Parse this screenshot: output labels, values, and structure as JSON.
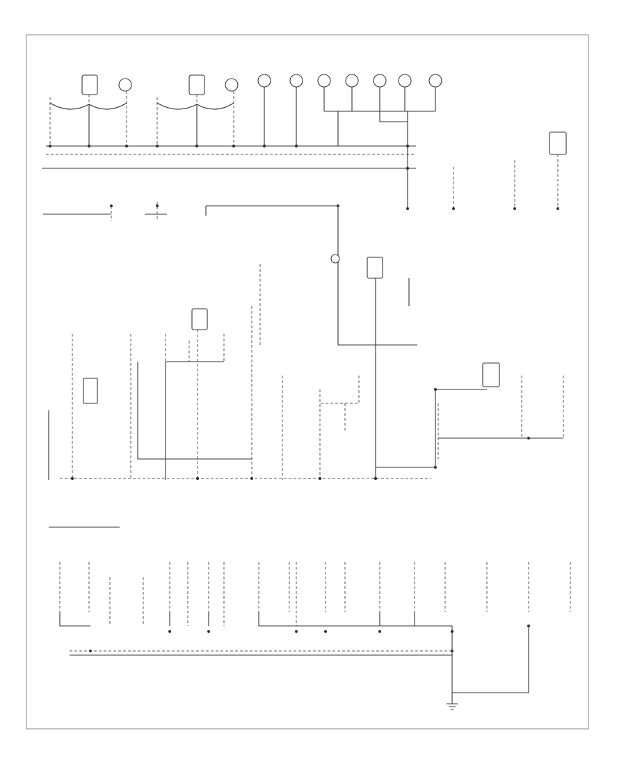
{
  "figure": {
    "page_code": ""
  },
  "components": {
    "top_row": [
      {
        "id": "tl1",
        "kind": "lamp"
      },
      {
        "id": "tl2",
        "kind": "box"
      },
      {
        "id": "tl3",
        "kind": "lamp"
      },
      {
        "id": "tl4",
        "kind": "lamp"
      },
      {
        "id": "tl5",
        "kind": "box"
      },
      {
        "id": "tl6",
        "kind": "lamp"
      },
      {
        "id": "tl7",
        "kind": "lamp"
      },
      {
        "id": "tl8",
        "kind": "lamp"
      },
      {
        "id": "tl9",
        "kind": "lamp"
      },
      {
        "id": "tl10",
        "kind": "lamp"
      },
      {
        "id": "tl11",
        "kind": "lamp"
      },
      {
        "id": "tl12",
        "kind": "lamp"
      },
      {
        "id": "tl13",
        "kind": "lamp"
      }
    ],
    "right_modules": [
      {
        "id": "rm1",
        "kind": "box"
      }
    ],
    "middle_modules": [
      {
        "id": "mm1",
        "kind": "box"
      },
      {
        "id": "mm2",
        "kind": "box"
      },
      {
        "id": "mm3",
        "kind": "box"
      },
      {
        "id": "mm4",
        "kind": "box"
      }
    ],
    "bottom_row_count": 18
  }
}
